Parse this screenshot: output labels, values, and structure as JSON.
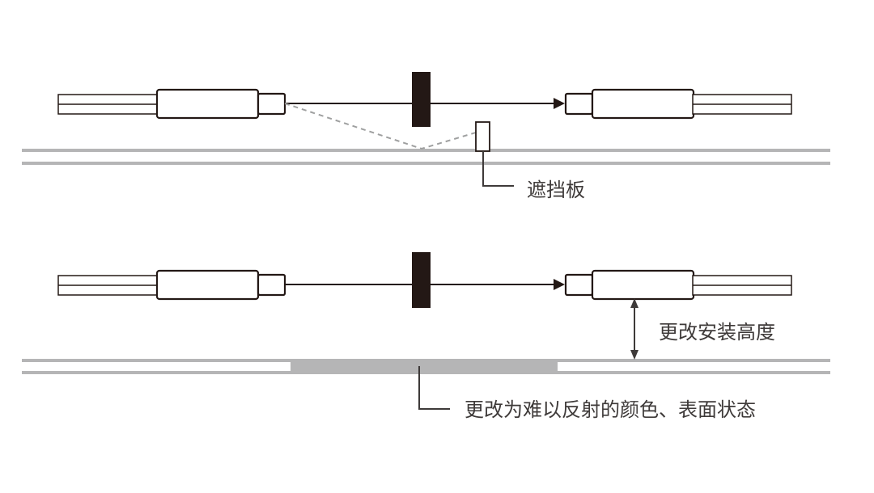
{
  "labels": {
    "shield_plate": "遮挡板",
    "change_height": "更改安装高度",
    "change_surface": "更改为难以反射的颜色、表面状态"
  },
  "colors": {
    "line": "#231815",
    "label_text": "#3e3a39",
    "rail": "#b5b5b6",
    "dashed": "#9fa0a0",
    "gray_surface": "#b5b5b6",
    "background": "#ffffff"
  }
}
